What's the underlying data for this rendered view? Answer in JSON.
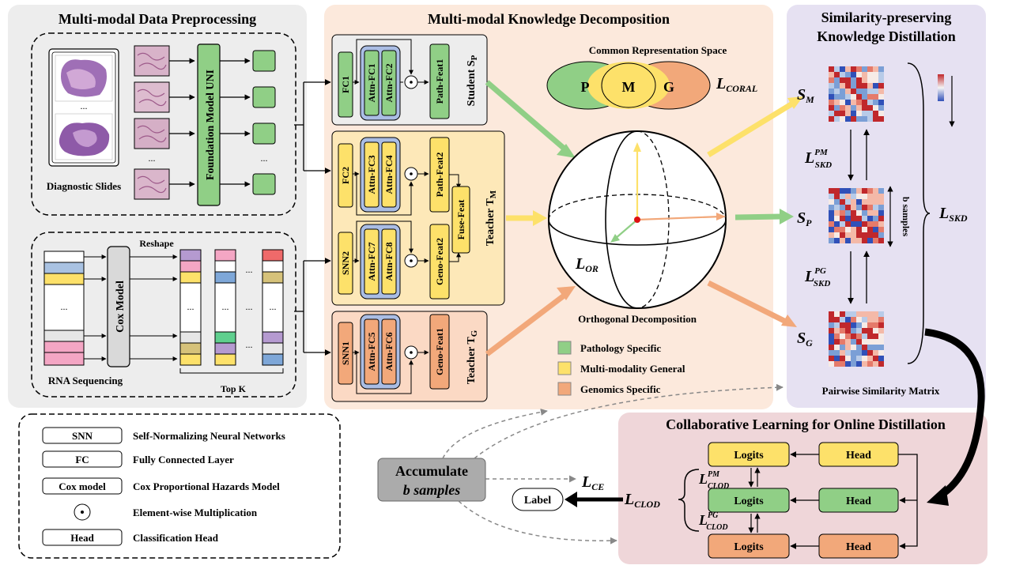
{
  "panels": {
    "preprocessing": "Multi-modal Data Preprocessing",
    "decomposition": "Multi-modal Knowledge Decomposition",
    "distillation_line1": "Similarity-preserving",
    "distillation_line2": "Knowledge Distillation",
    "collaborative": "Collaborative Learning for Online Distillation"
  },
  "preprocessing": {
    "diagnostic_slides": "Diagnostic Slides",
    "foundation_model": "Foundation Model UNI",
    "rna_sequencing": "RNA Sequencing",
    "cox_model": "Cox Model",
    "reshape": "Reshape",
    "top_k": "Top K",
    "dots": "..."
  },
  "decomposition": {
    "student": {
      "fc": "FC1",
      "attn_a": "Attn-FC1",
      "attn_b": "Attn-FC2",
      "feat": "Path-Feat1",
      "label": "Student S",
      "sub": "P"
    },
    "teacher_m": {
      "fc_path": "FC2",
      "attn_a": "Attn-FC3",
      "attn_b": "Attn-FC4",
      "feat_path": "Path-Feat2",
      "fc_geno": "SNN2",
      "attn_c": "Attn-FC7",
      "attn_d": "Attn-FC8",
      "feat_geno": "Geno-Feat2",
      "fuse": "Fuse-Feat",
      "label": "Teacher T",
      "sub": "M"
    },
    "teacher_g": {
      "fc": "SNN1",
      "attn_a": "Attn-FC5",
      "attn_b": "Attn-FC6",
      "feat": "Geno-Feat1",
      "label": "Teacher T",
      "sub": "G"
    },
    "common_space": "Common Representation Space",
    "venn": {
      "p": "P",
      "m": "M",
      "g": "G"
    },
    "l_coral": "CORAL",
    "l_or": "OR",
    "orthogonal": "Orthogonal Decomposition",
    "legend": [
      {
        "label": "Pathology Specific",
        "color": "#90cf86"
      },
      {
        "label": "Multi-modality General",
        "color": "#fde16a"
      },
      {
        "label": "Genomics Specific",
        "color": "#f2a87a"
      }
    ]
  },
  "distillation": {
    "s_m": "M",
    "s_p": "P",
    "s_g": "G",
    "l_skd_pm_sup": "PM",
    "l_skd_pg_sup": "PG",
    "skd": "SKD",
    "b_samples": "b samples",
    "pairwise": "Pairwise Similarity Matrix"
  },
  "legend_box": [
    {
      "key": "SNN",
      "desc": "Self-Normalizing Neural Networks"
    },
    {
      "key": "FC",
      "desc": "Fully Connected Layer"
    },
    {
      "key": "Cox model",
      "desc": "Cox Proportional Hazards Model"
    },
    {
      "key": "⊙",
      "desc": "Element-wise Multiplication"
    },
    {
      "key": "Head",
      "desc": "Classification Head"
    }
  ],
  "accumulate": {
    "line1": "Accumulate",
    "line2": "b samples"
  },
  "label_box": "Label",
  "l_ce": "CE",
  "collaborative": {
    "logits": "Logits",
    "head": "Head",
    "clod": "CLOD",
    "sup_pm": "PM",
    "sup_pg": "PG"
  },
  "colors": {
    "green": "#90cf86",
    "yellow": "#fde16a",
    "orange": "#f2a87a",
    "blue_attn": "#aabde4",
    "panel_gray": "#ededed",
    "panel_peach": "#fce9dc",
    "panel_lavender": "#e6e1f2",
    "panel_pink": "#efd6d9"
  }
}
